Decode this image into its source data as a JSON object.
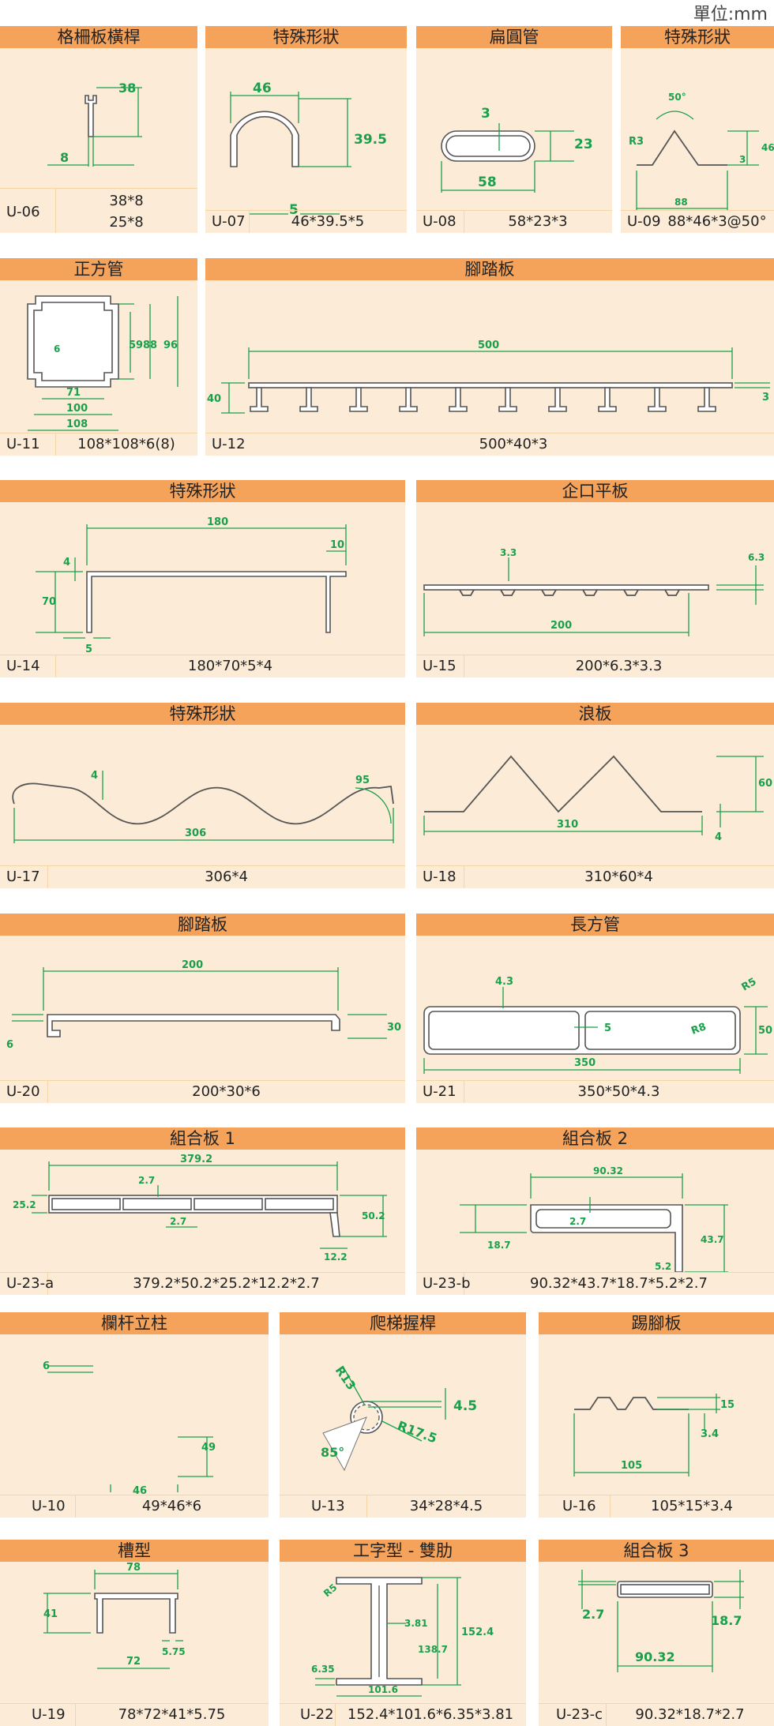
{
  "unit_label": "單位:mm",
  "cards": [
    {
      "id": "c1",
      "title": "格柵板橫桿",
      "code": "U-06",
      "spec": "38*8",
      "spec2": "25*8",
      "dims": [
        "38",
        "8"
      ]
    },
    {
      "id": "c2",
      "title": "特殊形狀",
      "code": "U-07",
      "spec": "46*39.5*5",
      "dims": [
        "46",
        "39.5",
        "5"
      ]
    },
    {
      "id": "c3",
      "title": "扁圓管",
      "code": "U-08",
      "spec": "58*23*3",
      "dims": [
        "3",
        "23",
        "58"
      ]
    },
    {
      "id": "c4",
      "title": "特殊形狀",
      "code": "U-09",
      "spec": "88*46*3@50°",
      "dims": [
        "50°",
        "R3",
        "46",
        "3",
        "88"
      ]
    },
    {
      "id": "c5",
      "title": "正方管",
      "code": "U-11",
      "spec": "108*108*6(8)",
      "dims": [
        "6",
        "59",
        "88",
        "96",
        "71",
        "100",
        "108"
      ]
    },
    {
      "id": "c6",
      "title": "腳踏板",
      "code": "U-12",
      "spec": "500*40*3",
      "dims": [
        "500",
        "40",
        "3"
      ]
    },
    {
      "id": "c7",
      "title": "特殊形狀",
      "code": "U-14",
      "spec": "180*70*5*4",
      "dims": [
        "180",
        "4",
        "10",
        "70",
        "5"
      ]
    },
    {
      "id": "c8",
      "title": "企口平板",
      "code": "U-15",
      "spec": "200*6.3*3.3",
      "dims": [
        "3.3",
        "6.3",
        "200"
      ]
    },
    {
      "id": "c9",
      "title": "特殊形狀",
      "code": "U-17",
      "spec": "306*4",
      "dims": [
        "4",
        "95",
        "306"
      ]
    },
    {
      "id": "c10",
      "title": "浪板",
      "code": "U-18",
      "spec": "310*60*4",
      "dims": [
        "60",
        "4",
        "310"
      ]
    },
    {
      "id": "c11",
      "title": "腳踏板",
      "code": "U-20",
      "spec": "200*30*6",
      "dims": [
        "200",
        "6",
        "30"
      ]
    },
    {
      "id": "c12",
      "title": "長方管",
      "code": "U-21",
      "spec": "350*50*4.3",
      "dims": [
        "4.3",
        "5",
        "R8",
        "R5",
        "50",
        "350"
      ]
    },
    {
      "id": "c13",
      "title": "組合板 1",
      "code": "U-23-a",
      "spec": "379.2*50.2*25.2*12.2*2.7",
      "dims": [
        "379.2",
        "2.7",
        "25.2",
        "2.7",
        "50.2",
        "12.2"
      ]
    },
    {
      "id": "c14",
      "title": "組合板 2",
      "code": "U-23-b",
      "spec": "90.32*43.7*18.7*5.2*2.7",
      "dims": [
        "90.32",
        "2.7",
        "18.7",
        "43.7",
        "5.2"
      ]
    },
    {
      "id": "c15",
      "title": "欄杆立柱",
      "code": "U-10",
      "spec": "49*46*6",
      "dims": [
        "6",
        "49",
        "46"
      ]
    },
    {
      "id": "c16",
      "title": "爬梯握桿",
      "code": "U-13",
      "spec": "34*28*4.5",
      "dims": [
        "R13",
        "4.5",
        "R17.5",
        "85°"
      ]
    },
    {
      "id": "c17",
      "title": "踢腳板",
      "code": "U-16",
      "spec": "105*15*3.4",
      "dims": [
        "15",
        "3.4",
        "105"
      ]
    },
    {
      "id": "c18",
      "title": "槽型",
      "code": "U-19",
      "spec": "78*72*41*5.75",
      "dims": [
        "78",
        "41",
        "5.75",
        "72"
      ]
    },
    {
      "id": "c19",
      "title": "工字型 - 雙肋",
      "code": "U-22",
      "spec": "152.4*101.6*6.35*3.81",
      "dims": [
        "R5",
        "152.4",
        "3.81",
        "138.7",
        "6.35",
        "101.6"
      ]
    },
    {
      "id": "c20",
      "title": "組合板 3",
      "code": "U-23-c",
      "spec": "90.32*18.7*2.7",
      "dims": [
        "2.7",
        "18.7",
        "90.32"
      ]
    }
  ]
}
